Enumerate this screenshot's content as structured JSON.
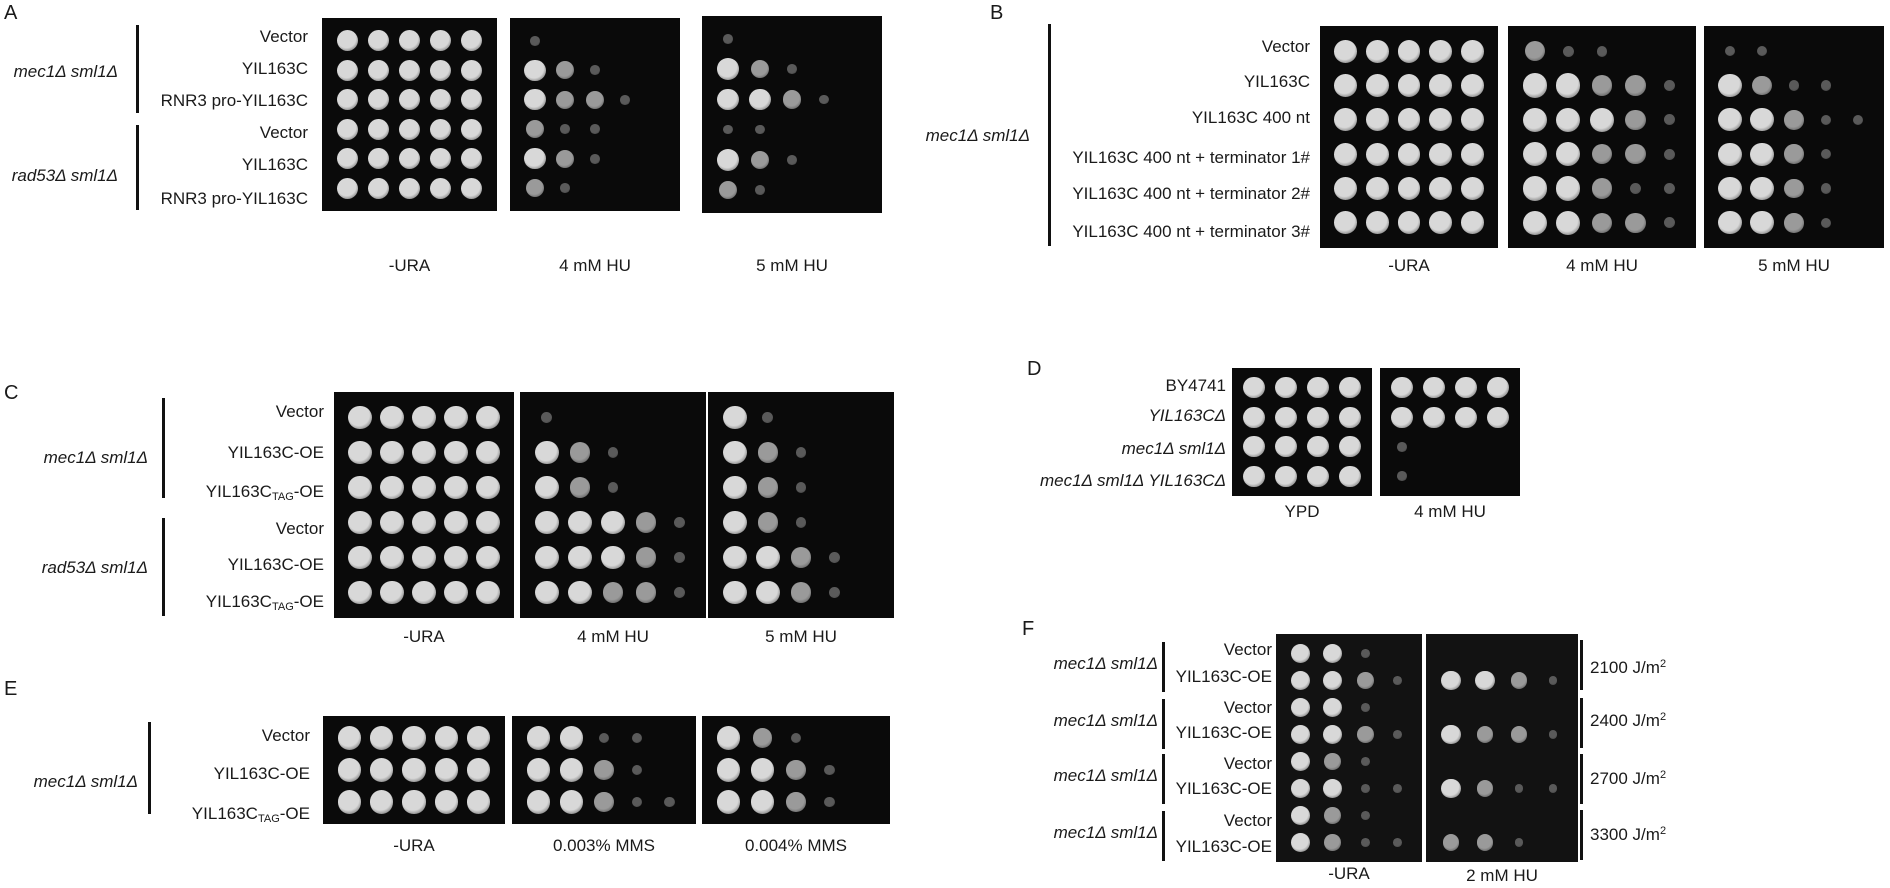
{
  "panels": {
    "A": {
      "letter": "A",
      "strains": [
        "mec1Δ sml1Δ",
        "rad53Δ sml1Δ"
      ],
      "rows": [
        "Vector",
        "YIL163C",
        "RNR3 pro-YIL163C",
        "Vector",
        "YIL163C",
        "RNR3 pro-YIL163C"
      ],
      "conditions": [
        "-URA",
        "4 mM HU",
        "5 mM HU"
      ]
    },
    "B": {
      "letter": "B",
      "strains": [
        "mec1Δ sml1Δ"
      ],
      "rows": [
        "Vector",
        "YIL163C",
        "YIL163C 400 nt",
        "YIL163C 400 nt + terminator 1#",
        "YIL163C 400 nt + terminator 2#",
        "YIL163C 400 nt + terminator 3#"
      ],
      "conditions": [
        "-URA",
        "4 mM HU",
        "5 mM HU"
      ]
    },
    "C": {
      "letter": "C",
      "strains": [
        "mec1Δ  sml1Δ",
        "rad53Δ  sml1Δ"
      ],
      "rows": [
        "Vector",
        "YIL163C-OE",
        "YIL163C",
        "TAG",
        "-OE",
        "Vector",
        "YIL163C-OE",
        "YIL163C",
        "TAG",
        "-OE"
      ],
      "conditions": [
        "-URA",
        "4 mM HU",
        "5 mM HU"
      ]
    },
    "D": {
      "letter": "D",
      "rows": [
        "BY4741",
        "YIL163CΔ",
        "mec1Δ sml1Δ",
        "mec1Δ sml1Δ YIL163CΔ"
      ],
      "conditions": [
        "YPD",
        "4 mM HU"
      ]
    },
    "E": {
      "letter": "E",
      "strains": [
        "mec1Δ  sml1Δ"
      ],
      "rows": [
        "Vector",
        "YIL163C-OE",
        "YIL163C",
        "TAG",
        "-OE"
      ],
      "conditions": [
        "-URA",
        "0.003% MMS",
        "0.004% MMS"
      ]
    },
    "F": {
      "letter": "F",
      "groups": [
        {
          "strain": "mec1Δ  sml1Δ",
          "rows": [
            "Vector",
            "YIL163C-OE"
          ],
          "dose": "2100 J/m",
          "sup": "2"
        },
        {
          "strain": "mec1Δ  sml1Δ",
          "rows": [
            "Vector",
            "YIL163C-OE"
          ],
          "dose": "2400 J/m",
          "sup": "2"
        },
        {
          "strain": "mec1Δ  sml1Δ",
          "rows": [
            "Vector",
            "YIL163C-OE"
          ],
          "dose": "2700 J/m",
          "sup": "2"
        },
        {
          "strain": "mec1Δ  sml1Δ",
          "rows": [
            "Vector",
            "YIL163C-OE"
          ],
          "dose": "3300 J/m",
          "sup": "2"
        }
      ],
      "conditions": [
        "-URA",
        "2 mM HU"
      ]
    }
  }
}
